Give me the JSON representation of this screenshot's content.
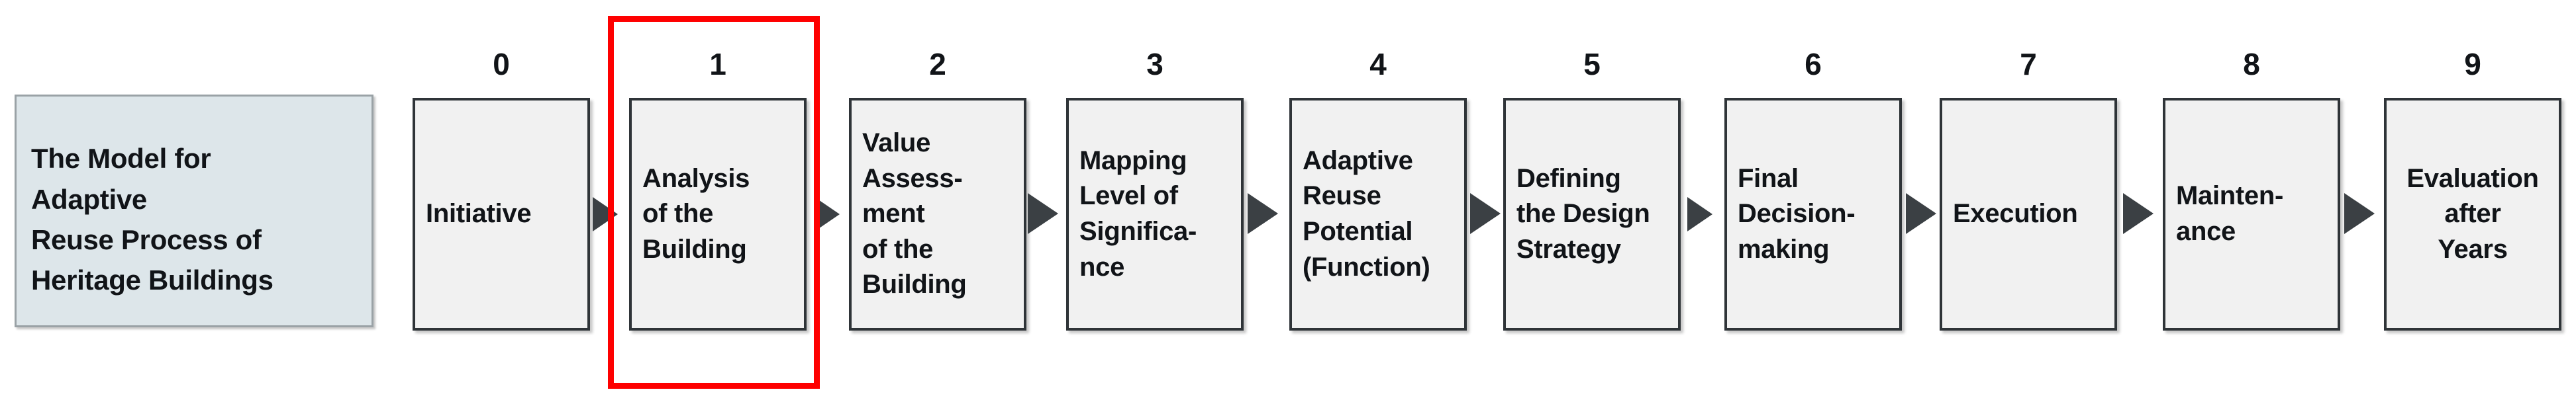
{
  "diagram": {
    "title_box": {
      "lines": [
        "The Model for",
        "Adaptive",
        "Reuse Process of",
        "Heritage Buildings"
      ],
      "background_color": "#dde6ea",
      "border_color": "#9aa2a6"
    },
    "highlight": {
      "color": "#fe0000",
      "target_step_number": "1",
      "target_step_label": "Analysis of the Building"
    },
    "box_fill_color": "#f1f1f1",
    "box_border_color": "#2f3438",
    "arrow_color": "#3b4044",
    "steps": [
      {
        "number": "0",
        "lines": [
          "Initiative"
        ],
        "align": "left"
      },
      {
        "number": "1",
        "lines": [
          "Analysis",
          "of the",
          "Building"
        ],
        "align": "left"
      },
      {
        "number": "2",
        "lines": [
          "Value",
          "Assess-",
          "ment",
          "of the",
          "Building"
        ],
        "align": "left"
      },
      {
        "number": "3",
        "lines": [
          "Mapping",
          "Level of",
          "Significa-",
          "nce"
        ],
        "align": "left"
      },
      {
        "number": "4",
        "lines": [
          "Adaptive",
          "Reuse",
          "Potential",
          "(Function)"
        ],
        "align": "left"
      },
      {
        "number": "5",
        "lines": [
          "Defining",
          "the Design",
          "Strategy"
        ],
        "align": "left"
      },
      {
        "number": "6",
        "lines": [
          "Final",
          "Decision-",
          "making"
        ],
        "align": "left"
      },
      {
        "number": "7",
        "lines": [
          "Execution"
        ],
        "align": "left"
      },
      {
        "number": "8",
        "lines": [
          "Mainten-",
          "ance"
        ],
        "align": "left"
      },
      {
        "number": "9",
        "lines": [
          "Evaluation",
          "after",
          "Years"
        ],
        "align": "center"
      }
    ]
  }
}
